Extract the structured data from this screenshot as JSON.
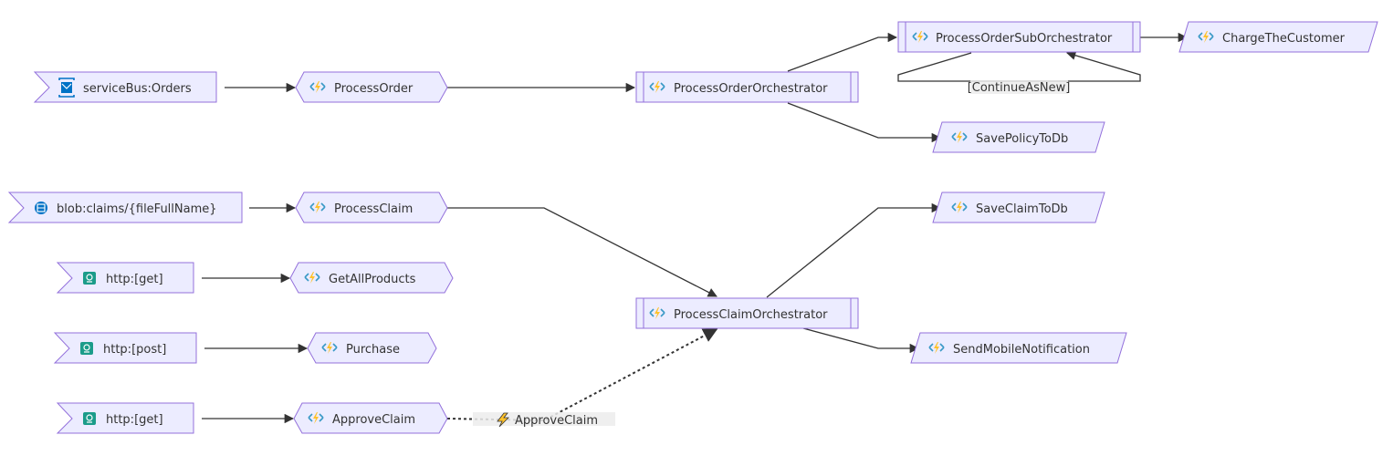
{
  "colors": {
    "node_fill": "#ECECFF",
    "node_stroke": "#9370DB",
    "edge": "#333333",
    "function_icon_bolt": "#FFC22B",
    "function_icon_bracket": "#3999C6",
    "servicebus_icon": "#0072C6",
    "http_icon": "#1B9C8A"
  },
  "nodes": {
    "servicebus_orders": {
      "label": "serviceBus:Orders",
      "icon": "servicebus-icon"
    },
    "process_order": {
      "label": "ProcessOrder",
      "icon": "function-icon"
    },
    "process_order_orchestrator": {
      "label": "ProcessOrderOrchestrator",
      "icon": "function-icon"
    },
    "process_order_sub_orchestrator": {
      "label": "ProcessOrderSubOrchestrator",
      "icon": "function-icon"
    },
    "charge_the_customer": {
      "label": "ChargeTheCustomer",
      "icon": "function-icon"
    },
    "save_policy_to_db": {
      "label": "SavePolicyToDb",
      "icon": "function-icon"
    },
    "blob_claims": {
      "label": "blob:claims/{fileFullName}",
      "icon": "blob-storage-icon"
    },
    "process_claim": {
      "label": "ProcessClaim",
      "icon": "function-icon"
    },
    "save_claim_to_db": {
      "label": "SaveClaimToDb",
      "icon": "function-icon"
    },
    "http_get_1": {
      "label": "http:[get]",
      "icon": "http-icon"
    },
    "get_all_products": {
      "label": "GetAllProducts",
      "icon": "function-icon"
    },
    "process_claim_orchestrator": {
      "label": "ProcessClaimOrchestrator",
      "icon": "function-icon"
    },
    "http_post": {
      "label": "http:[post]",
      "icon": "http-icon"
    },
    "purchase": {
      "label": "Purchase",
      "icon": "function-icon"
    },
    "send_mobile_notification": {
      "label": "SendMobileNotification",
      "icon": "function-icon"
    },
    "http_get_2": {
      "label": "http:[get]",
      "icon": "http-icon"
    },
    "approve_claim": {
      "label": "ApproveClaim",
      "icon": "function-icon"
    }
  },
  "edge_labels": {
    "continue_as_new": "[ContinueAsNew]",
    "approve_claim_event": "ApproveClaim",
    "approve_claim_event_icon": "lightning-icon"
  }
}
